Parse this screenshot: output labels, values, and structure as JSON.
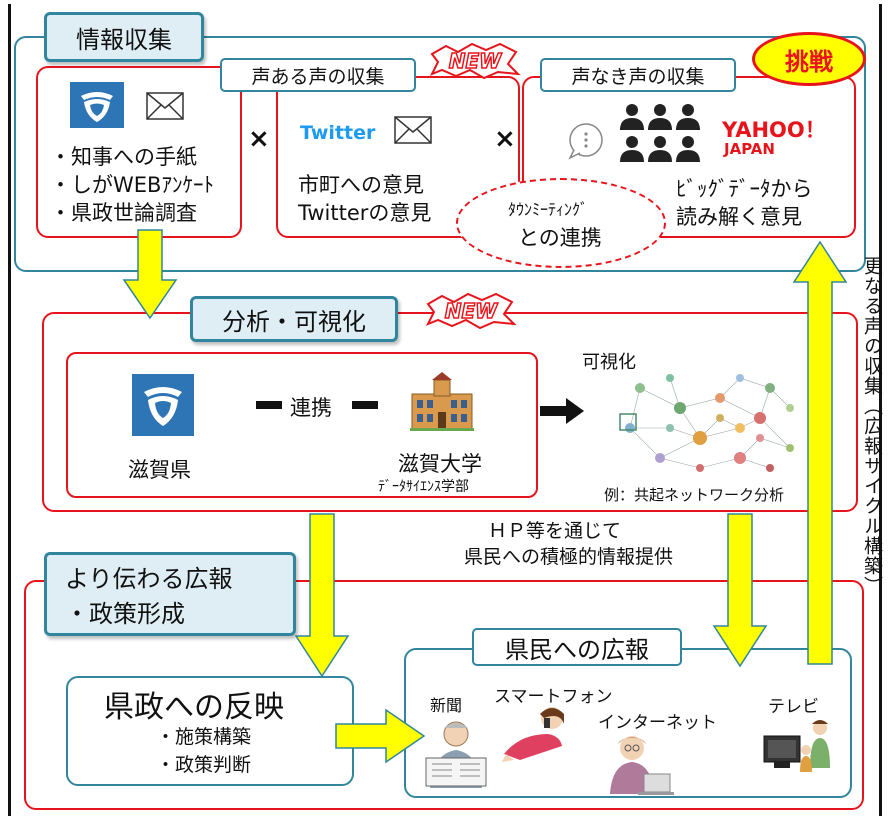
{
  "collection": {
    "title": "情報収集",
    "voiced_label": "声ある声の収集",
    "voiceless_label": "声なき声の収集",
    "new_badge": "NEW",
    "challenge_badge": "挑戦",
    "left_items": [
      "・知事への手紙",
      "・しがWEBｱﾝｹｰﾄ",
      "・県政世論調査"
    ],
    "twitter_label": "Twitter",
    "middle_lines": [
      "市町への意見",
      "Twitterの意見"
    ],
    "yahoo_line1": "YAHOO！",
    "yahoo_line2": "JAPAN",
    "right_lines": [
      "ﾋﾞｯｸﾞﾃﾞｰﾀから",
      "読み解く意見"
    ],
    "town_meeting": [
      "ﾀｳﾝﾐｰﾃｨﾝｸﾞ",
      "との連携"
    ],
    "cross": "×"
  },
  "analysis": {
    "title": "分析・可視化",
    "new_badge": "NEW",
    "shiga_label": "滋賀県",
    "link_label": "連携",
    "univ_name": "滋賀大学",
    "univ_dept": "ﾃﾞｰﾀｻｲｴﾝｽ学部",
    "viz_label": "可視化",
    "viz_caption": "例：共起ネットワーク分析"
  },
  "right_side_label": "更なる声の収集（広報サイクル構築）",
  "hp_note": [
    "ＨＰ等を通じて",
    "県民への積極的情報提供"
  ],
  "pr": {
    "title_line1": "より伝わる広報",
    "title_line2": "・政策形成",
    "reflect_title": "県政への反映",
    "reflect_items": [
      "・施策構築",
      "・政策判断"
    ],
    "public_title": "県民への広報",
    "media": {
      "newspaper": "新聞",
      "smartphone": "スマートフォン",
      "internet": "インターネット",
      "tv": "テレビ"
    }
  },
  "colors": {
    "teal": "#31859c",
    "red": "#e8141b",
    "arrow_fill": "#ffff00",
    "arrow_stroke": "#31859c",
    "shiga_blue": "#2e75b6"
  }
}
